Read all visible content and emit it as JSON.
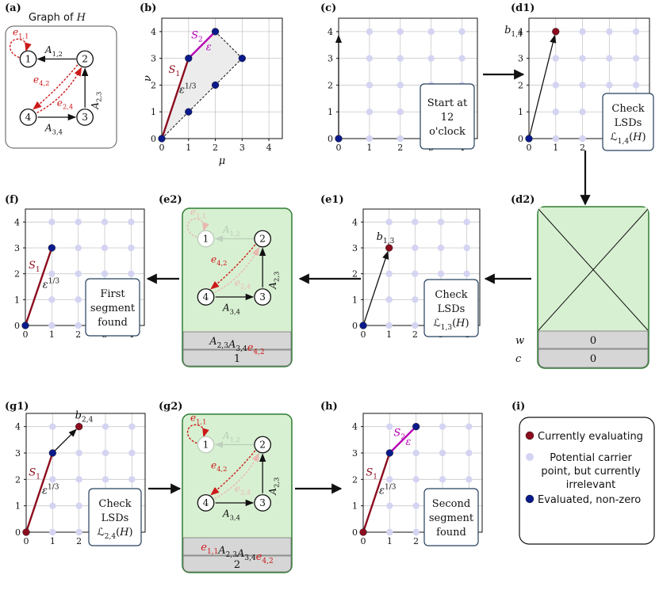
{
  "colors": {
    "dark_red": "#8b0d1e",
    "magenta": "#b400b4",
    "navy": "#0a1a8c",
    "light_lavender": "#d4d4f2",
    "edge_red": "#cc1a1a",
    "green_fill": "#d8f0d2",
    "green_border": "#2e7d32",
    "grey_bar": "#d6d6d6",
    "box_border": "#25405e"
  },
  "panels": {
    "a": {
      "label": "(a)",
      "title": "Graph of H"
    },
    "b": {
      "label": "(b)",
      "xlabel": "μ",
      "ylabel": "ν"
    },
    "c": {
      "label": "(c)",
      "box_lines": [
        "Start at",
        "12",
        "o'clock"
      ]
    },
    "d1": {
      "label": "(d1)",
      "box_lines": [
        "Check",
        "LSDs",
        "ℒ1,4(H)"
      ],
      "point_label": "b1,4"
    },
    "d2": {
      "label": "(d2)",
      "row1_label": "w",
      "row1_value": "0",
      "row2_label": "c",
      "row2_value": "0"
    },
    "e1": {
      "label": "(e1)",
      "box_lines": [
        "Check",
        "LSDs",
        "ℒ1,3(H)"
      ],
      "point_label": "b1,3"
    },
    "e2": {
      "label": "(e2)",
      "word_black": "A2,3A3,4",
      "word_red": "e4,2",
      "count": "1"
    },
    "f": {
      "label": "(f)",
      "box_lines": [
        "First",
        "segment",
        "found"
      ]
    },
    "g1": {
      "label": "(g1)",
      "box_lines": [
        "Check",
        "LSDs",
        "ℒ2,4(H)"
      ],
      "point_label": "b2,4"
    },
    "g2": {
      "label": "(g2)",
      "word_red_pre": "e1,1",
      "word_black": "A2,3A3,4",
      "word_red": "e4,2",
      "count": "2"
    },
    "h": {
      "label": "(h)",
      "box_lines": [
        "Second",
        "segment",
        "found"
      ]
    },
    "i": {
      "label": "(i)"
    }
  },
  "ticks": [
    "0",
    "1",
    "2",
    "3",
    "4"
  ],
  "graph": {
    "nodes": [
      "1",
      "2",
      "3",
      "4"
    ],
    "edge_labels": {
      "e11": "e1,1",
      "A12": "A1,2",
      "A23": "A2,3",
      "A34": "A3,4",
      "e42": "e4,2",
      "e24": "e2,4"
    }
  },
  "segments": {
    "S1": "S1",
    "S2": "S2",
    "eps13": "ε1/3",
    "eps": "ε"
  },
  "legend": [
    {
      "kind": "dark_red",
      "lines": [
        "Currently evaluating"
      ]
    },
    {
      "kind": "lavender",
      "lines": [
        "Potential carrier",
        "point, but currently",
        "irrelevant"
      ]
    },
    {
      "kind": "navy",
      "lines": [
        "Evaluated, non-zero"
      ]
    }
  ]
}
